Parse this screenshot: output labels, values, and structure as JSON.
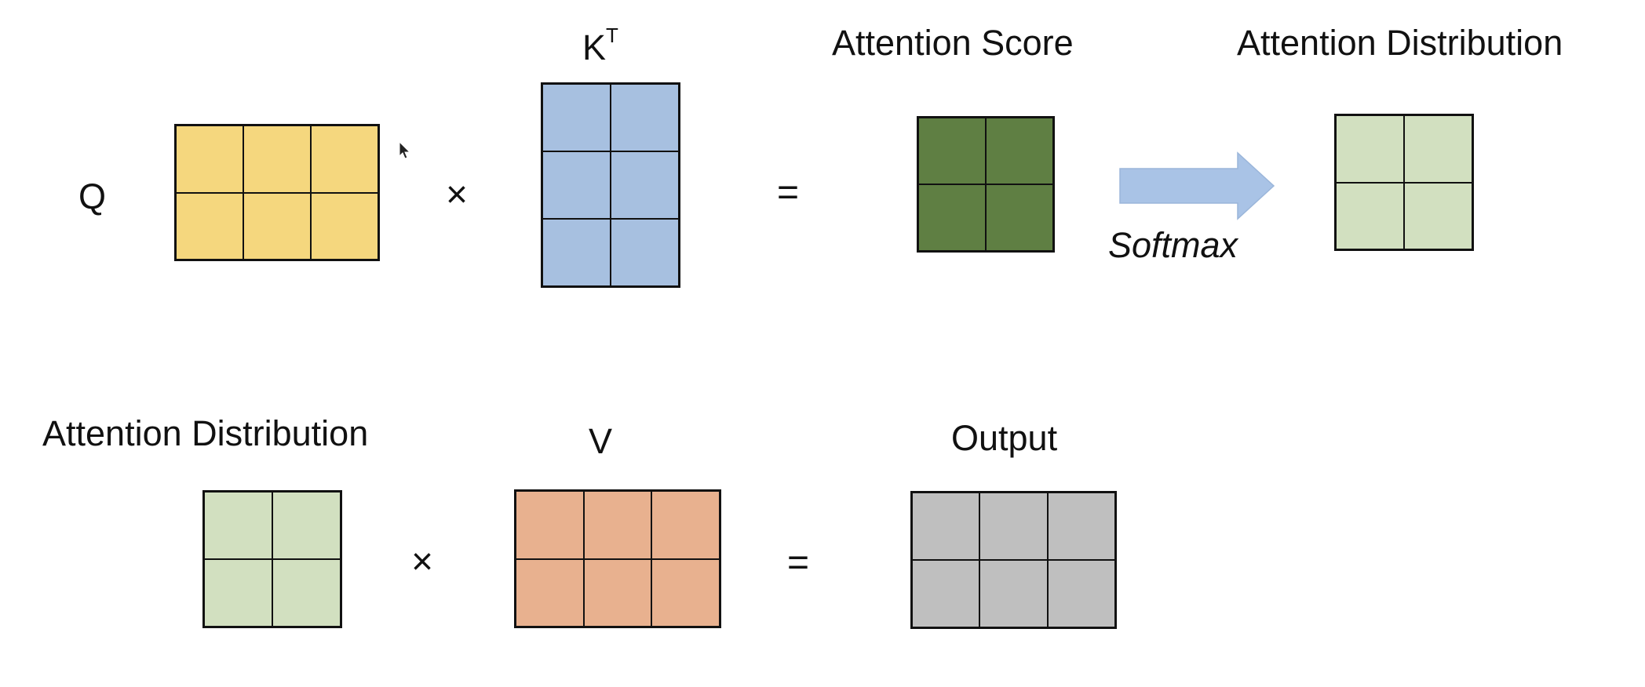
{
  "top_row": {
    "q_label": "Q",
    "times_symbol": "×",
    "kt_label_base": "K",
    "kt_label_sup": "T",
    "equals_symbol": "=",
    "score_label": "Attention Score",
    "softmax_label": "Softmax",
    "distribution_label": "Attention Distribution",
    "q_matrix": {
      "rows": 2,
      "cols": 3,
      "color": "#F5D77E"
    },
    "kt_matrix": {
      "rows": 3,
      "cols": 2,
      "color": "#A7C0E0"
    },
    "score_matrix": {
      "rows": 2,
      "cols": 2,
      "color": "#5F7F43"
    },
    "distribution_matrix": {
      "rows": 2,
      "cols": 2,
      "color": "#D2E0C0"
    },
    "arrow_color": "#A9C3E6"
  },
  "bottom_row": {
    "distribution_label": "Attention Distribution",
    "times_symbol": "×",
    "v_label": "V",
    "equals_symbol": "=",
    "output_label": "Output",
    "distribution_matrix": {
      "rows": 2,
      "cols": 2,
      "color": "#D2E0C0"
    },
    "v_matrix": {
      "rows": 2,
      "cols": 3,
      "color": "#E8B18F"
    },
    "output_matrix": {
      "rows": 2,
      "cols": 3,
      "color": "#BFBFBF"
    }
  }
}
